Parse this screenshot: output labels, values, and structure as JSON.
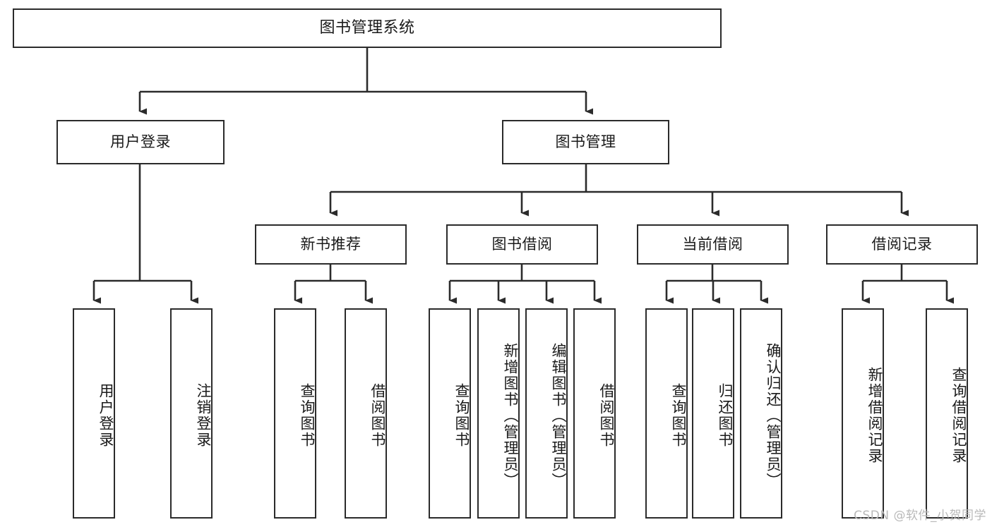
{
  "diagram": {
    "type": "tree",
    "title": "图书管理系统",
    "root": {
      "label": "图书管理系统"
    },
    "level2": [
      {
        "label": "用户登录"
      },
      {
        "label": "图书管理"
      }
    ],
    "level3": [
      {
        "label": "新书推荐"
      },
      {
        "label": "图书借阅"
      },
      {
        "label": "当前借阅"
      },
      {
        "label": "借阅记录"
      }
    ],
    "leaves": {
      "user_login": [
        {
          "label": "用户登录"
        },
        {
          "label": "注销登录"
        }
      ],
      "new_book": [
        {
          "label": "查询图书"
        },
        {
          "label": "借阅图书"
        }
      ],
      "borrow_book": [
        {
          "label": "查询图书"
        },
        {
          "label": "新增图书（管理员）"
        },
        {
          "label": "编辑图书（管理员）"
        },
        {
          "label": "借阅图书"
        }
      ],
      "current_borrow": [
        {
          "label": "查询图书"
        },
        {
          "label": "归还图书"
        },
        {
          "label": "确认归还（管理员）"
        }
      ],
      "borrow_record": [
        {
          "label": "新增借阅记录"
        },
        {
          "label": "查询借阅记录"
        }
      ]
    }
  },
  "watermark": {
    "text": "CSDN @软件_小贺同学"
  },
  "colors": {
    "stroke": "#2b2b2b",
    "fill": "#ffffff",
    "text": "#1a1a1a",
    "watermark": "#b9b9b9"
  }
}
